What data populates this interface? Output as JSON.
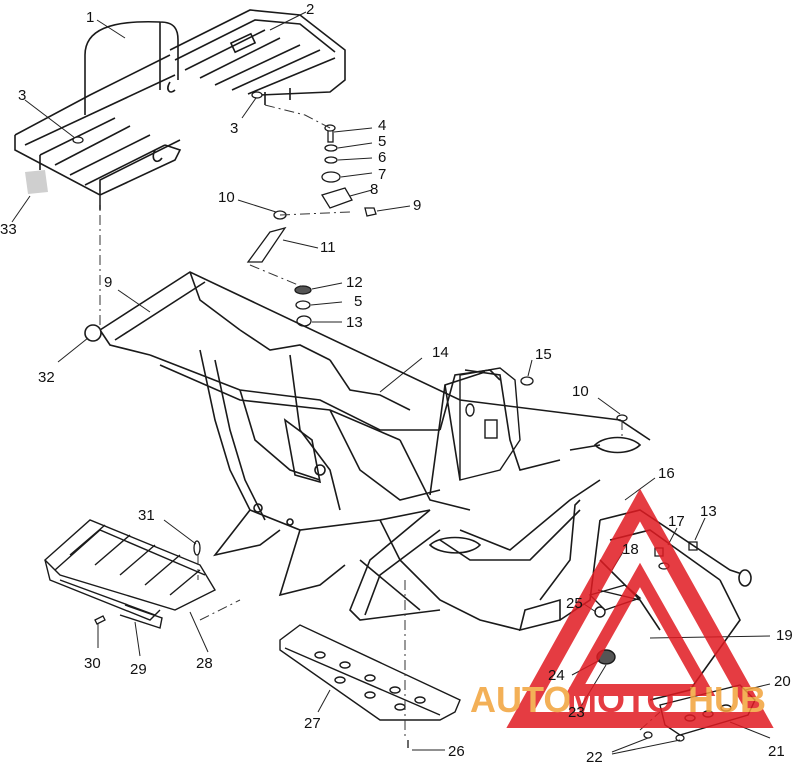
{
  "diagram": {
    "callouts": [
      {
        "id": "1",
        "text": "1"
      },
      {
        "id": "2",
        "text": "2"
      },
      {
        "id": "3a",
        "text": "3"
      },
      {
        "id": "3b",
        "text": "3"
      },
      {
        "id": "4",
        "text": "4"
      },
      {
        "id": "5a",
        "text": "5"
      },
      {
        "id": "6",
        "text": "6"
      },
      {
        "id": "7",
        "text": "7"
      },
      {
        "id": "8",
        "text": "8"
      },
      {
        "id": "9a",
        "text": "9"
      },
      {
        "id": "10a",
        "text": "10"
      },
      {
        "id": "11",
        "text": "11"
      },
      {
        "id": "12",
        "text": "12"
      },
      {
        "id": "5b",
        "text": "5"
      },
      {
        "id": "13a",
        "text": "13"
      },
      {
        "id": "9b",
        "text": "9"
      },
      {
        "id": "32",
        "text": "32"
      },
      {
        "id": "33",
        "text": "33"
      },
      {
        "id": "14",
        "text": "14"
      },
      {
        "id": "15",
        "text": "15"
      },
      {
        "id": "10b",
        "text": "10"
      },
      {
        "id": "16",
        "text": "16"
      },
      {
        "id": "17",
        "text": "17"
      },
      {
        "id": "13b",
        "text": "13"
      },
      {
        "id": "18",
        "text": "18"
      },
      {
        "id": "31",
        "text": "31"
      },
      {
        "id": "25",
        "text": "25"
      },
      {
        "id": "19",
        "text": "19"
      },
      {
        "id": "24",
        "text": "24"
      },
      {
        "id": "23",
        "text": "23"
      },
      {
        "id": "20",
        "text": "20"
      },
      {
        "id": "30",
        "text": "30"
      },
      {
        "id": "29",
        "text": "29"
      },
      {
        "id": "28",
        "text": "28"
      },
      {
        "id": "27",
        "text": "27"
      },
      {
        "id": "21",
        "text": "21"
      },
      {
        "id": "22",
        "text": "22"
      },
      {
        "id": "26",
        "text": "26"
      }
    ]
  },
  "watermark": {
    "part1": "AUTO",
    "part2": "MOTO",
    "part3": "HUB",
    "color_red": "#e11b22",
    "color_orange": "#f2a33a"
  }
}
